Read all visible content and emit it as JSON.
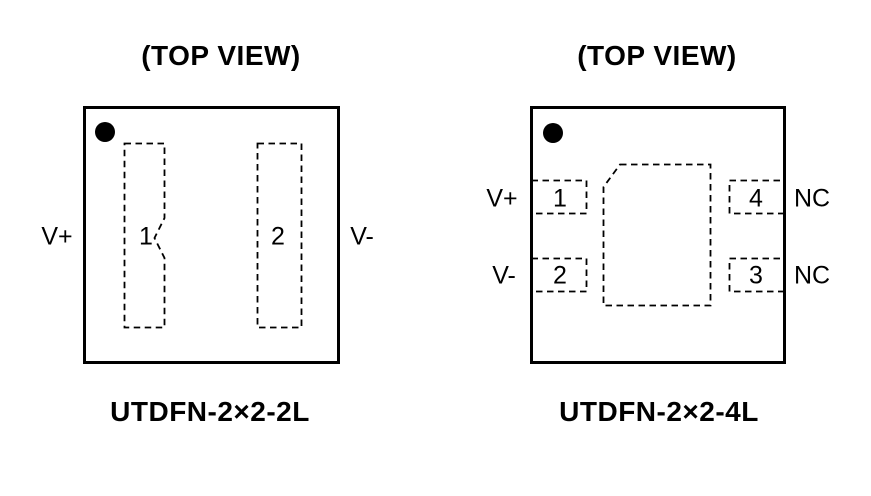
{
  "packages": {
    "left": {
      "title": "(TOP VIEW)",
      "name": "UTDFN-2×2-2L",
      "pins": [
        {
          "number": "1",
          "label": "V+"
        },
        {
          "number": "2",
          "label": "V-"
        }
      ]
    },
    "right": {
      "title": "(TOP VIEW)",
      "name": "UTDFN-2×2-4L",
      "pins": [
        {
          "number": "1",
          "label": "V+"
        },
        {
          "number": "2",
          "label": "V-"
        },
        {
          "number": "3",
          "label": "NC"
        },
        {
          "number": "4",
          "label": "NC"
        }
      ]
    }
  },
  "icons": {
    "pin1_marker": "filled-circle"
  },
  "colors": {
    "line": "#000000",
    "background": "#ffffff"
  }
}
